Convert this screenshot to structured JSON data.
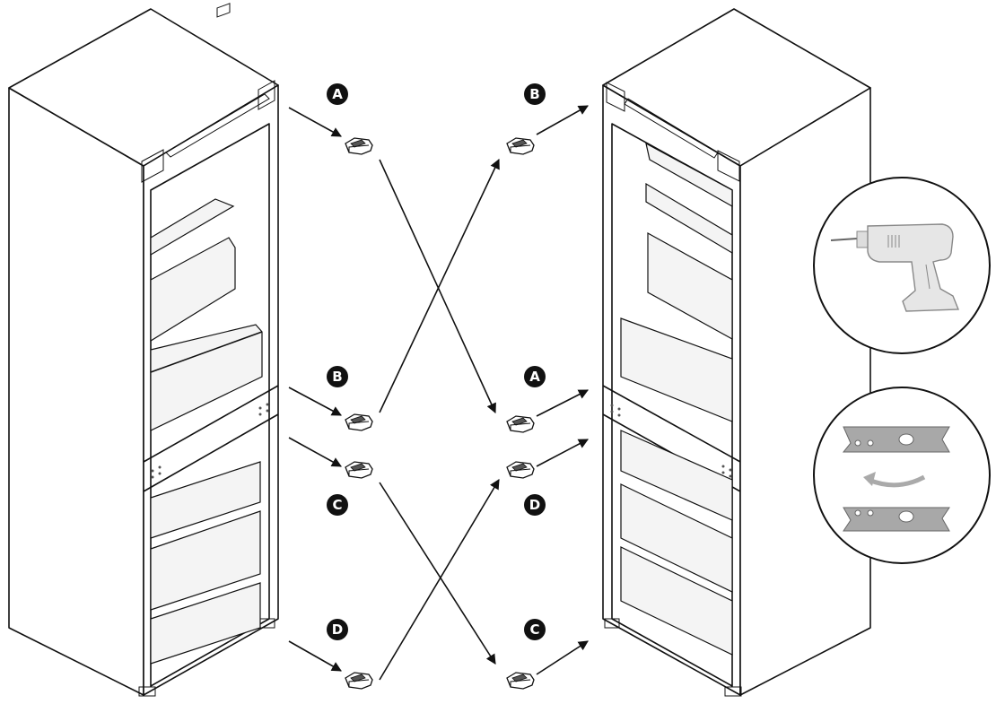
{
  "labels_left": {
    "top": "A",
    "mid1": "B",
    "mid2": "C",
    "bottom": "D"
  },
  "labels_right": {
    "top": "B",
    "mid1": "A",
    "mid2": "D",
    "bottom": "C"
  },
  "icons": {
    "tool": "cordless-drill-icon",
    "flip": "hinge-flip-icon"
  },
  "colors": {
    "line": "#111111",
    "background": "#ffffff",
    "label_fill": "#111111",
    "part_gray": "#a8a8a8"
  }
}
